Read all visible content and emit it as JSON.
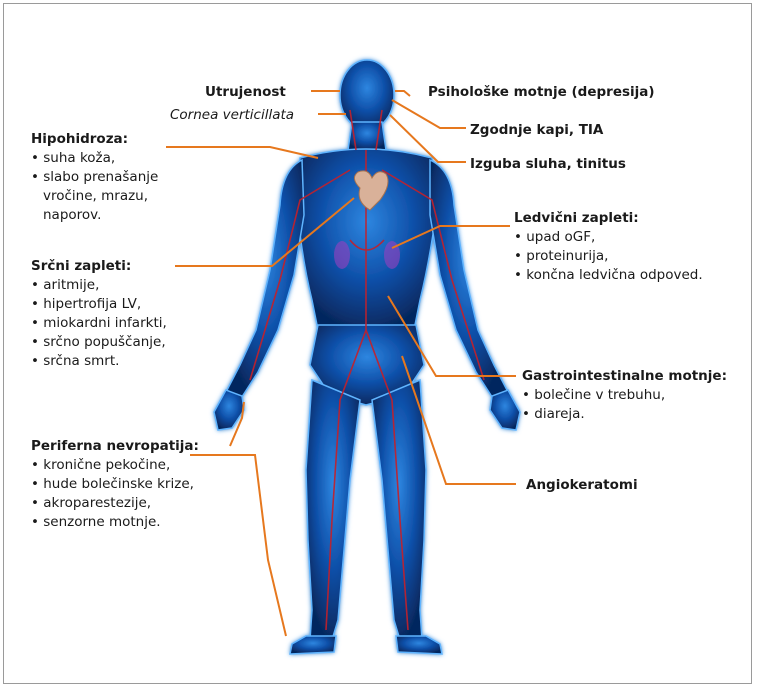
{
  "colors": {
    "connector": "#e6781e",
    "body_fill": "#0a3d8c",
    "body_glow": "#3aa0ff",
    "heart": "#d9b199",
    "vessels": "#c4202a"
  },
  "labels": {
    "utrujenost": "Utrujenost",
    "cornea": "Cornea verticillata",
    "psiho": "Psihološke motnje (depresija)",
    "zgodnje": "Zgodnje kapi, TIA",
    "izguba": "Izguba sluha, tinitus",
    "hipohidroza": {
      "title": "Hipohidroza:",
      "items": [
        "• suha koža,",
        "• slabo prenašanje",
        "vročine, mrazu,",
        "naporov."
      ]
    },
    "srcni": {
      "title": "Srčni zapleti:",
      "items": [
        "• aritmije,",
        "• hipertrofija LV,",
        "• miokardni infarkti,",
        "• srčno popuščanje,",
        "• srčna smrt."
      ]
    },
    "ledvicni": {
      "title": "Ledvični zapleti:",
      "items": [
        "• upad oGF,",
        "• proteinurija,",
        "• končna ledvična odpoved."
      ]
    },
    "gastro": {
      "title": "Gastrointestinalne motnje:",
      "items": [
        "• bolečine v trebuhu,",
        "• diareja."
      ]
    },
    "periferna": {
      "title": "Periferna nevropatija:",
      "items": [
        "• kronične pekočine,",
        "• hude bolečinske krize,",
        "• akroparestezije,",
        "• senzorne motnje."
      ]
    },
    "angio": "Angiokeratomi"
  }
}
